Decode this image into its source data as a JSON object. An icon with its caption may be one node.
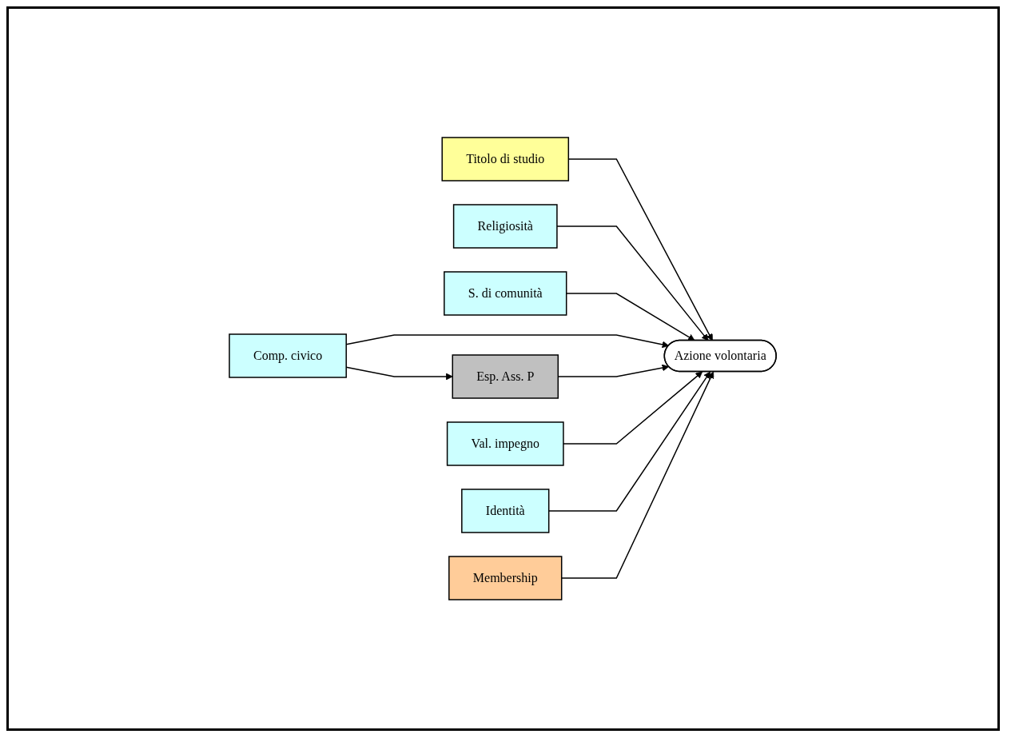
{
  "diagram": {
    "nodes": [
      {
        "text": [
          "Titolo di studio"
        ]
      },
      {
        "text": [
          "Religiosità"
        ]
      },
      {
        "text": [
          "S. di comunità"
        ]
      },
      {
        "text": [
          "Comp. civico"
        ]
      },
      {
        "text": [
          "Esp. Ass. P"
        ]
      },
      {
        "text": [
          "Val. impegno"
        ]
      },
      {
        "text": [
          "Identità"
        ]
      },
      {
        "text": [
          "Membership"
        ]
      },
      {
        "text": [
          "Azione volontaria"
        ]
      }
    ],
    "edges": [
      {
        "from": 0,
        "to": 8,
        "arrow": "to"
      },
      {
        "from": 1,
        "to": 8,
        "arrow": "to"
      },
      {
        "from": 2,
        "to": 8,
        "arrow": "to"
      },
      {
        "from": 3,
        "to": 8,
        "arrow": "to"
      },
      {
        "from": 3,
        "to": 4,
        "arrow": "to"
      },
      {
        "from": 4,
        "to": 8,
        "arrow": "to"
      },
      {
        "from": 5,
        "to": 8,
        "arrow": "to"
      },
      {
        "from": 6,
        "to": 8,
        "arrow": "to"
      },
      {
        "from": 7,
        "to": 8,
        "arrow": "to"
      }
    ]
  }
}
